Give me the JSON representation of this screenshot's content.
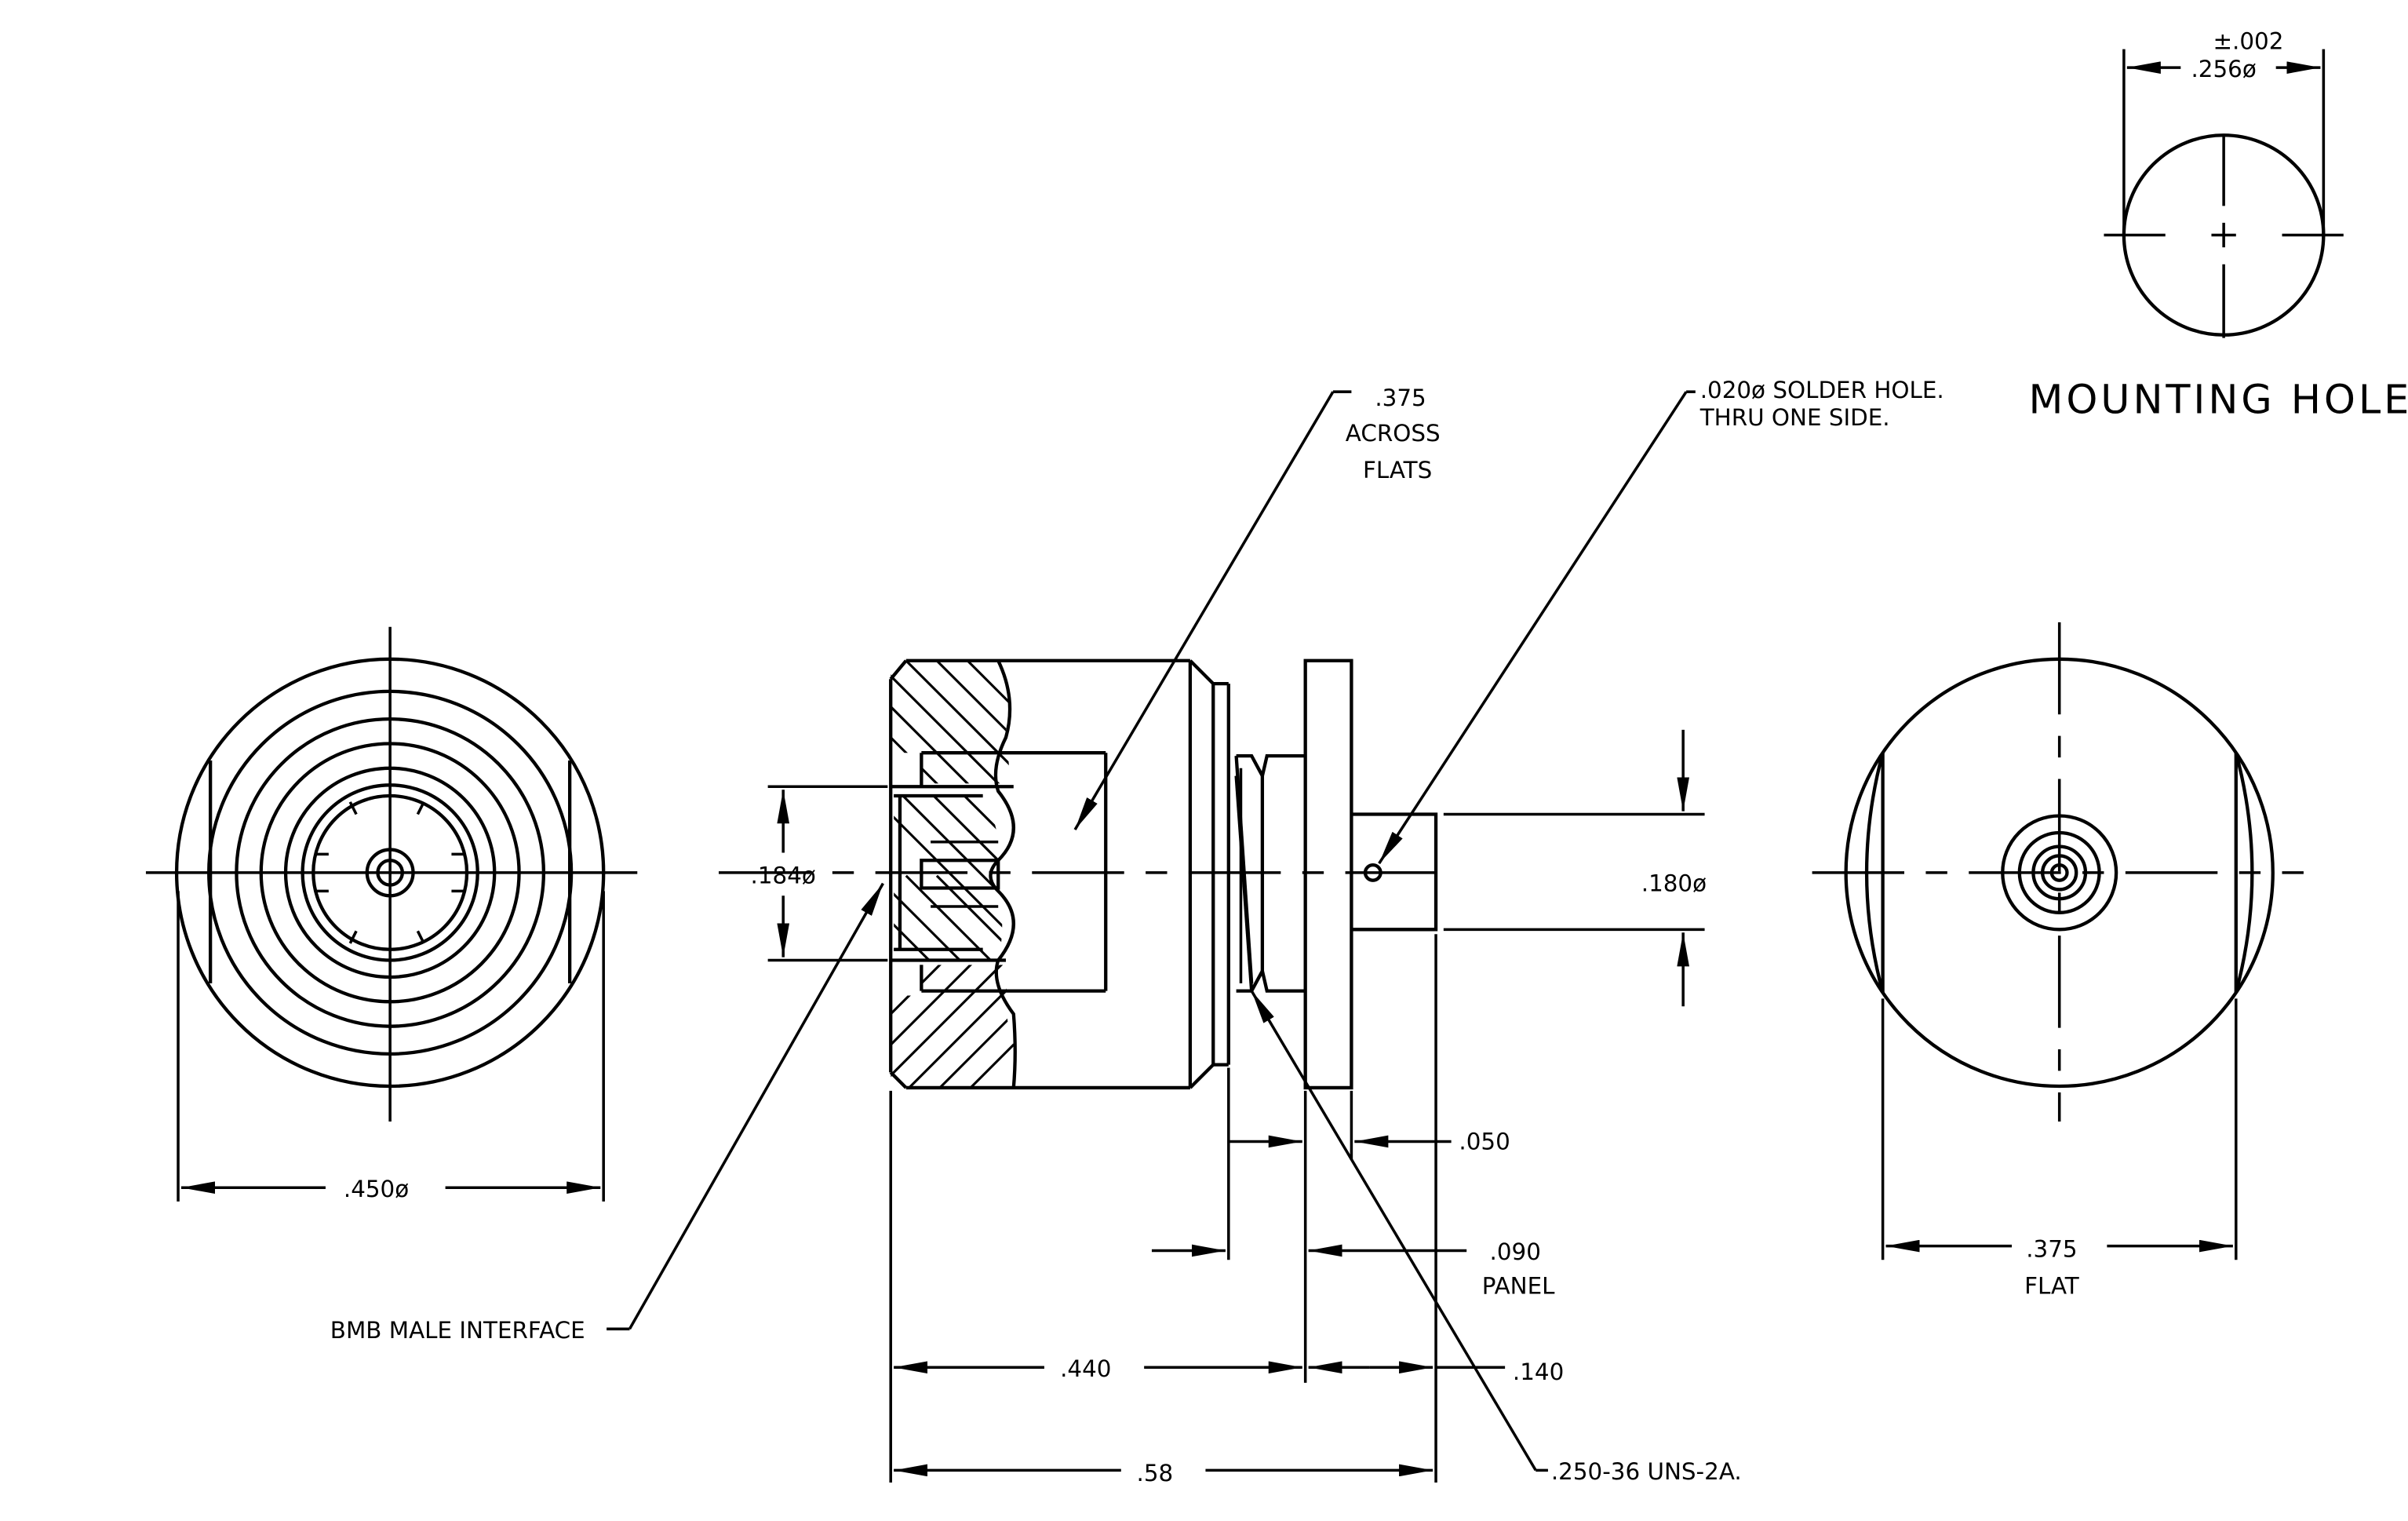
{
  "labels": {
    "tolerance": "±.002",
    "mounting_dia": ".256ø",
    "mounting_title": "MOUNTING HOLE",
    "across_1": ".375",
    "across_2": "ACROSS",
    "across_3": "FLATS",
    "solder_1": ".020ø SOLDER HOLE.",
    "solder_2": "THRU ONE SIDE.",
    "dia_184": ".184ø",
    "dia_180": ".180ø",
    "dia_450": ".450ø",
    "dim_050": ".050",
    "dim_090": ".090",
    "panel": "PANEL",
    "bmb": "BMB MALE INTERFACE",
    "dim_440": ".440",
    "dim_140": ".140",
    "dim_58": ".58",
    "thread": ".250-36 UNS-2A.",
    "flat_375": ".375",
    "flat": "FLAT"
  }
}
